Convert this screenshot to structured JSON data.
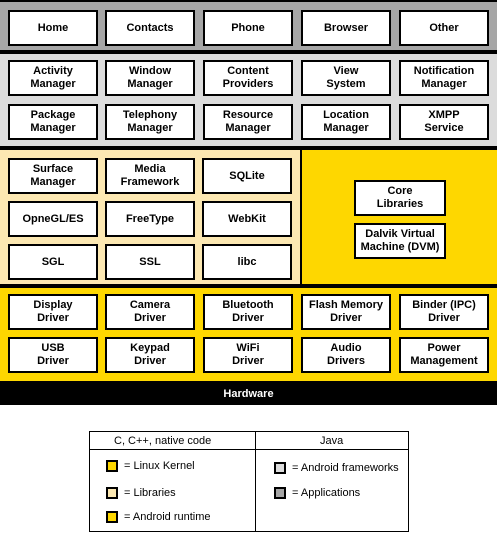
{
  "applications": [
    "Home",
    "Contacts",
    "Phone",
    "Browser",
    "Other"
  ],
  "frameworks": [
    "Activity\nManager",
    "Window\nManager",
    "Content\nProviders",
    "View\nSystem",
    "Notification\nManager",
    "Package\nManager",
    "Telephony\nManager",
    "Resource\nManager",
    "Location\nManager",
    "XMPP\nService"
  ],
  "libraries": [
    "Surface\nManager",
    "Media\nFramework",
    "SQLite",
    "OpneGL/ES",
    "FreeType",
    "WebKit",
    "SGL",
    "SSL",
    "libc"
  ],
  "runtime": [
    "Core\nLibraries",
    "Dalvik Virtual\nMachine (DVM)"
  ],
  "kernel": [
    "Display\nDriver",
    "Camera\nDriver",
    "Bluetooth\nDriver",
    "Flash Memory\nDriver",
    "Binder (IPC)\nDriver",
    "USB\nDriver",
    "Keypad\nDriver",
    "WiFi\nDriver",
    "Audio\nDrivers",
    "Power\nManagement"
  ],
  "hardware": "Hardware",
  "legend": {
    "left_header": "C, C++, native code",
    "right_header": "Java",
    "items_left": [
      {
        "label": "= Linux Kernel",
        "color": "#fed700"
      },
      {
        "label": "= Libraries",
        "color": "#fce8b2"
      },
      {
        "label": "= Android runtime",
        "color": "#fed700"
      }
    ],
    "items_right": [
      {
        "label": "= Android frameworks",
        "color": "#dcdcdc"
      },
      {
        "label": "= Applications",
        "color": "#a6a6a6"
      }
    ]
  }
}
